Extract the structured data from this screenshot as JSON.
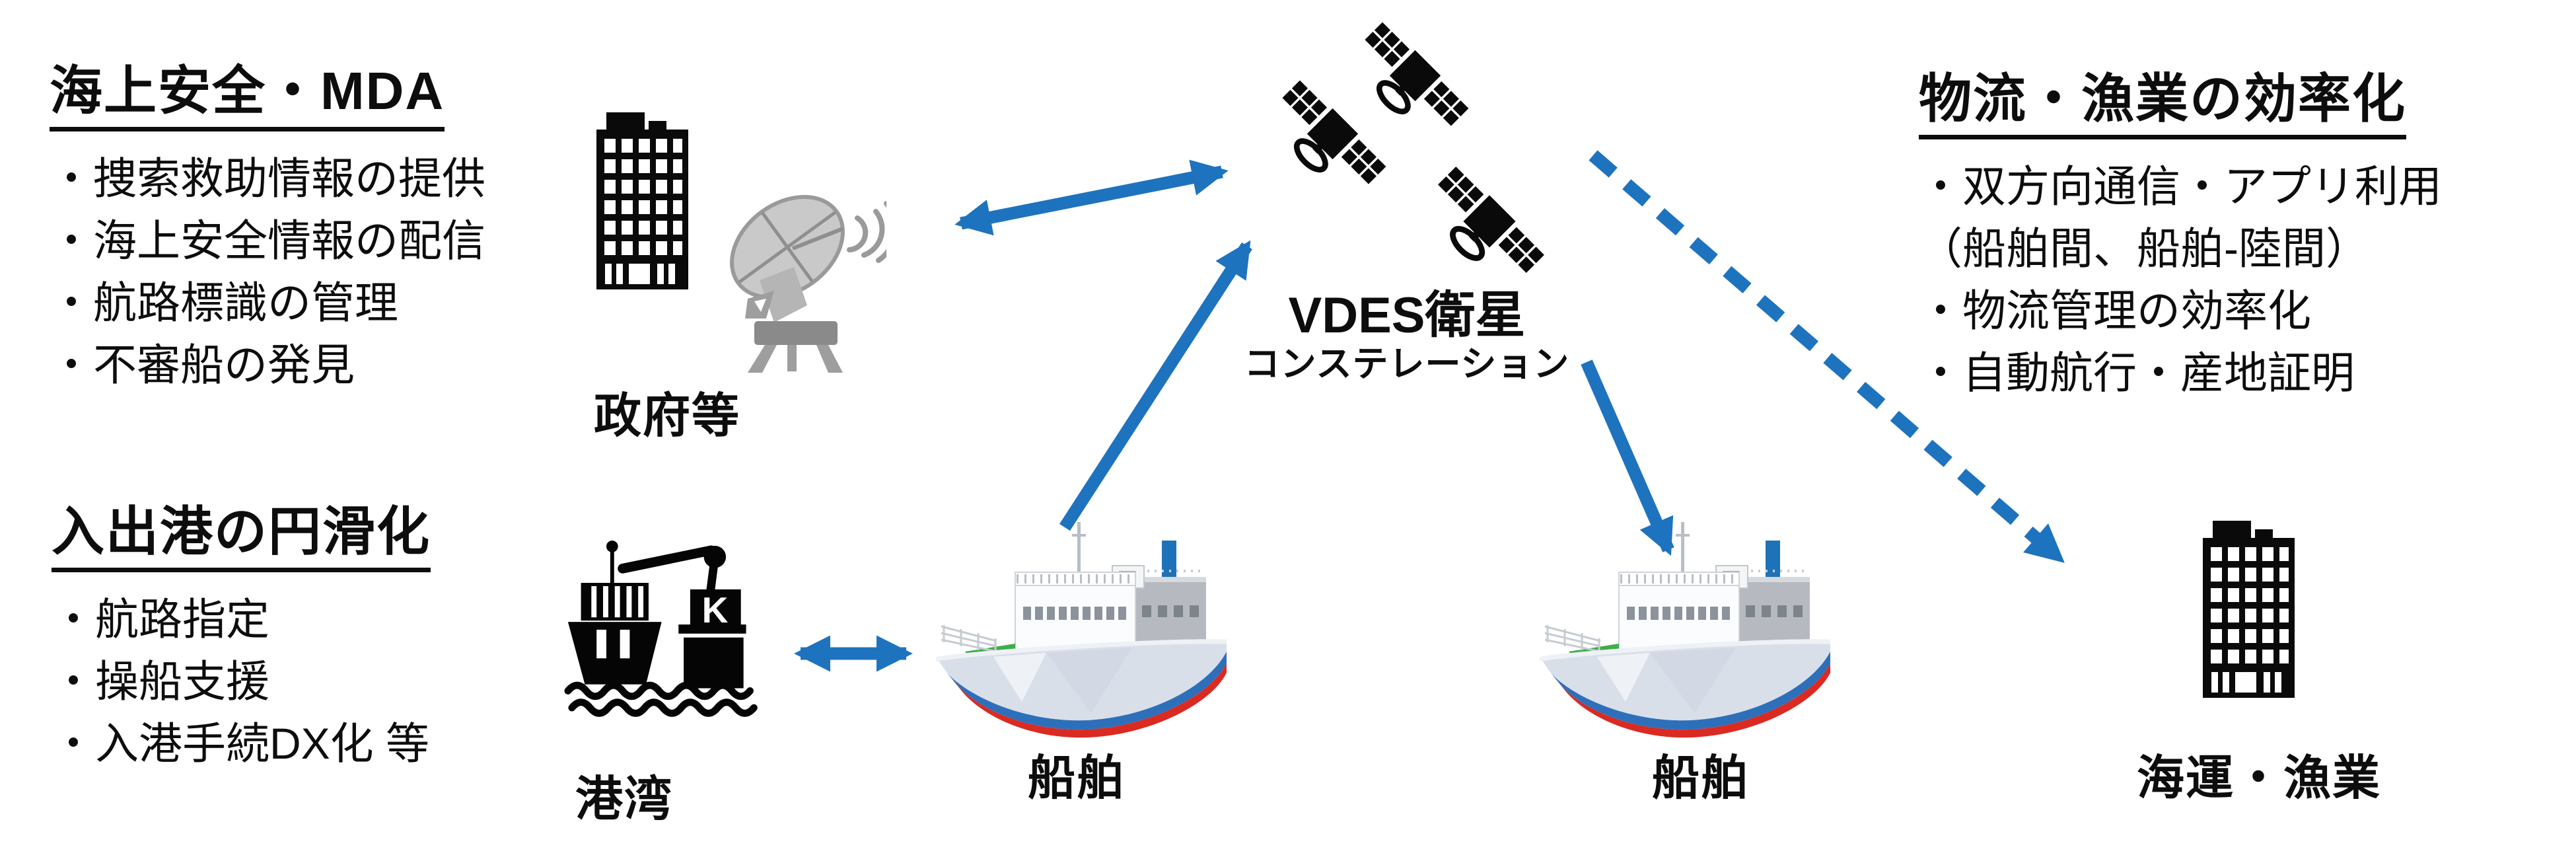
{
  "colors": {
    "arrow_blue": "#1e73be",
    "text_black": "#0d0d0d",
    "icon_black": "#0a0a0a",
    "icon_gray": "#c6c6c6",
    "ship_hull": "#d9dfe9",
    "ship_stripe_blue": "#2e6fba",
    "ship_keel_red": "#da2a22",
    "ship_deck_green": "#3fae49"
  },
  "sections": {
    "maritime_safety": {
      "title": "海上安全・MDA",
      "items": [
        "・捜索救助情報の提供",
        "・海上安全情報の配信",
        "・航路標識の管理",
        "・不審船の発見"
      ]
    },
    "port_entry": {
      "title": "入出港の円滑化",
      "items": [
        "・航路指定",
        "・操船支援",
        "・入港手続DX化 等"
      ]
    },
    "logistics": {
      "title": "物流・漁業の効率化",
      "items": [
        "・双方向通信・アプリ利用",
        "（船舶間、船舶-陸間）",
        "・物流管理の効率化",
        "・自動航行・産地証明"
      ]
    }
  },
  "nodes": {
    "satellite": {
      "label_main": "VDES衛星",
      "label_sub": "コンステレーション"
    },
    "government": {
      "label": "政府等"
    },
    "port": {
      "label": "港湾"
    },
    "ship_left": {
      "label": "船舶"
    },
    "ship_right": {
      "label": "船舶"
    },
    "shipping_fishery": {
      "label": "海運・漁業"
    }
  },
  "connections": [
    {
      "from": "government",
      "to": "satellite",
      "style": "solid",
      "heads": "both"
    },
    {
      "from": "ship_left",
      "to": "satellite",
      "style": "solid",
      "heads": "end"
    },
    {
      "from": "satellite",
      "to": "ship_right",
      "style": "solid",
      "heads": "end"
    },
    {
      "from": "satellite",
      "to": "shipping_fishery",
      "style": "dashed",
      "heads": "end"
    },
    {
      "from": "port",
      "to": "ship_left",
      "style": "solid",
      "heads": "both"
    }
  ]
}
